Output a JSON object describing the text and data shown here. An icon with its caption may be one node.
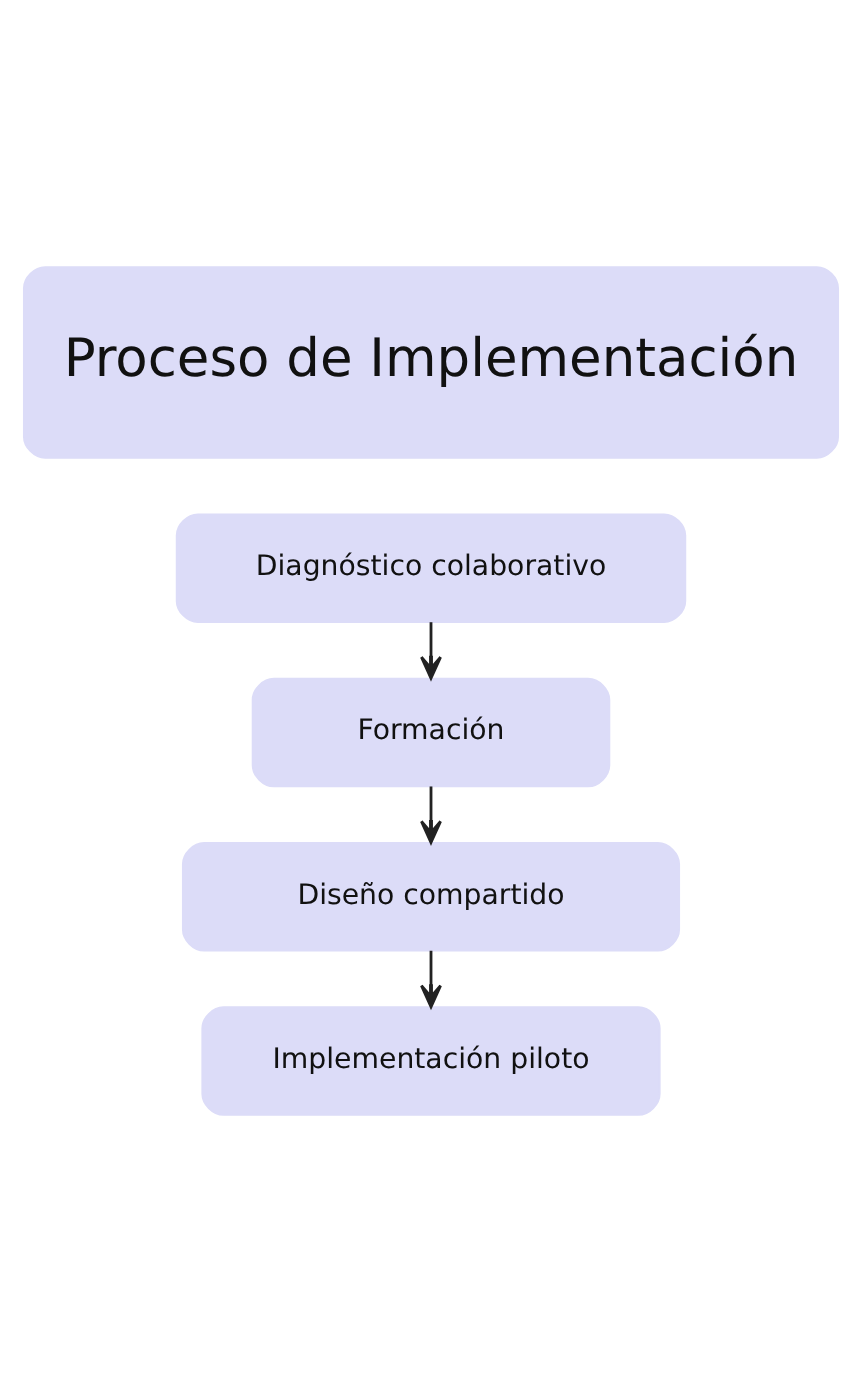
{
  "diagram": {
    "nodes": [
      {
        "text": [
          "Proceso de Implementación"
        ]
      },
      {
        "text": [
          "Diagnóstico colaborativo"
        ]
      },
      {
        "text": [
          "Formación"
        ]
      },
      {
        "text": [
          "Diseño compartido"
        ]
      },
      {
        "text": [
          "Implementación piloto"
        ]
      }
    ],
    "edges": [
      {
        "from": 1,
        "to": 2,
        "arrow": "to"
      },
      {
        "from": 2,
        "to": 3,
        "arrow": "to"
      },
      {
        "from": 3,
        "to": 4,
        "arrow": "to"
      }
    ]
  }
}
